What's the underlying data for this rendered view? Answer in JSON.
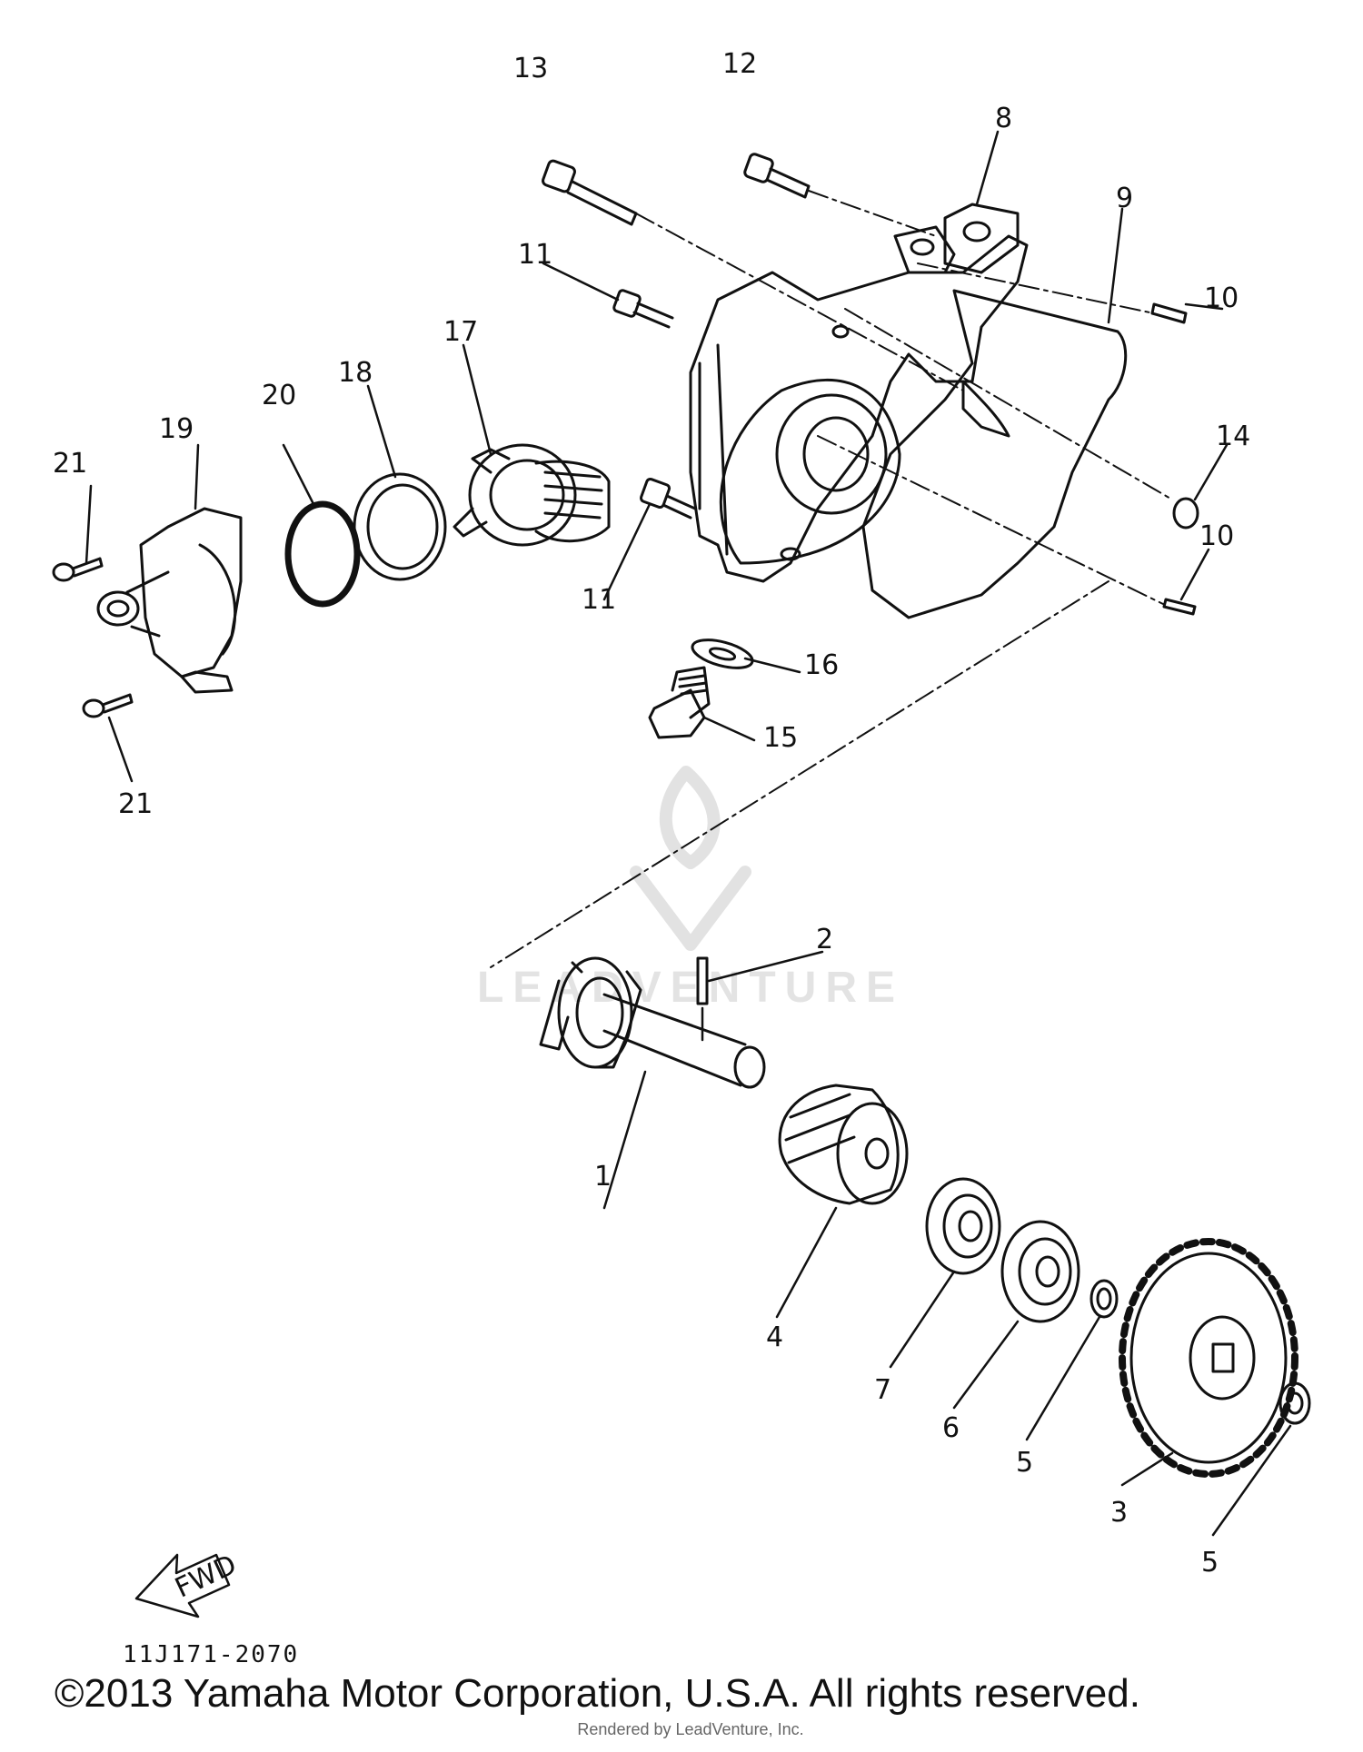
{
  "diagram": {
    "drawing_code": "11J171-2070",
    "fwd_label": "FWD",
    "watermark_text": "LEADVENTURE",
    "parts": [
      {
        "id": "1",
        "label": "1"
      },
      {
        "id": "2",
        "label": "2"
      },
      {
        "id": "3",
        "label": "3"
      },
      {
        "id": "4",
        "label": "4"
      },
      {
        "id": "5a",
        "label": "5"
      },
      {
        "id": "5b",
        "label": "5"
      },
      {
        "id": "6",
        "label": "6"
      },
      {
        "id": "7",
        "label": "7"
      },
      {
        "id": "8",
        "label": "8"
      },
      {
        "id": "9",
        "label": "9"
      },
      {
        "id": "10a",
        "label": "10"
      },
      {
        "id": "10b",
        "label": "10"
      },
      {
        "id": "11a",
        "label": "11"
      },
      {
        "id": "11b",
        "label": "11"
      },
      {
        "id": "12",
        "label": "12"
      },
      {
        "id": "13",
        "label": "13"
      },
      {
        "id": "14",
        "label": "14"
      },
      {
        "id": "15",
        "label": "15"
      },
      {
        "id": "16",
        "label": "16"
      },
      {
        "id": "17",
        "label": "17"
      },
      {
        "id": "18",
        "label": "18"
      },
      {
        "id": "19",
        "label": "19"
      },
      {
        "id": "20",
        "label": "20"
      },
      {
        "id": "21a",
        "label": "21"
      },
      {
        "id": "21b",
        "label": "21"
      }
    ]
  },
  "footer": {
    "copyright": "©2013 Yamaha Motor Corporation, U.S.A. All rights reserved.",
    "rendered_by": "Rendered by LeadVenture, Inc."
  }
}
